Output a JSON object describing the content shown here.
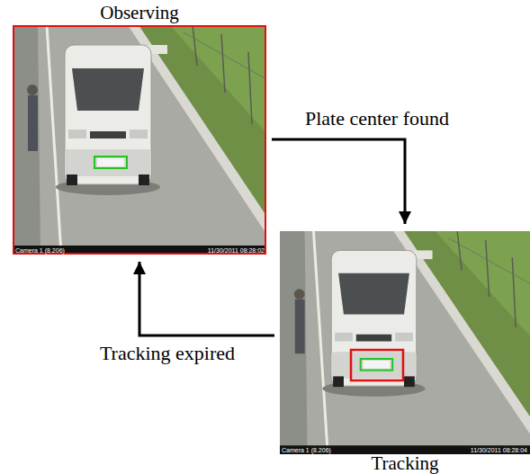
{
  "diagram": {
    "nodes": [
      {
        "text": [
          "Observing"
        ]
      },
      {
        "text": [
          "Tracking"
        ]
      }
    ],
    "edges": [
      {
        "from": 0,
        "to": 1,
        "label": "Plate center found",
        "arrow": "to"
      },
      {
        "from": 1,
        "to": 0,
        "label": "Tracking expired",
        "arrow": "to"
      }
    ],
    "labels": [
      "Camera 1 (8.206)",
      "11/30/2011 08:28:02",
      "Camera 1 (8.206)",
      "11/30/2011 08:28:04"
    ]
  }
}
